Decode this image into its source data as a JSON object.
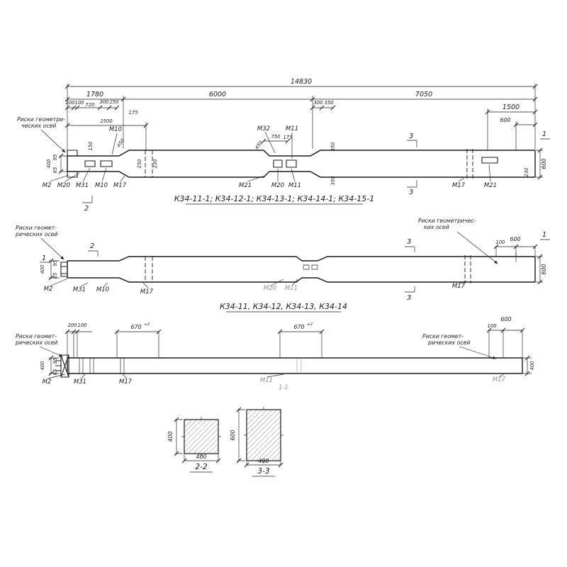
{
  "page": {
    "bg": "#ffffff"
  },
  "notes": {
    "v1_l1": "Риски геометри-",
    "v1_l2": "ческих осей",
    "v2l_l1": "Риски геомет-",
    "v2l_l2": "рических осей",
    "v2r_l1": "Риски геометричес-",
    "v2r_l2": "ких осей",
    "v3l_l1": "Риски геомет-",
    "v3l_l2": "рических осей",
    "v3r_l1": "Риски геомет-",
    "v3r_l2": "рических осей"
  },
  "view1": {
    "caption": "К34-11-1; К34-12-1; К34-13-1; К34-14-1; К34-15-1",
    "dims": {
      "total": "14830",
      "seg_a": "1780",
      "seg_b": "6000",
      "seg_c": "7050",
      "r1500": "1500",
      "r600": "600",
      "h600": "600",
      "r230": "230",
      "l200": "200",
      "l100": "100",
      "l720": "720",
      "l300": "300",
      "l250": "250",
      "l175": "175",
      "l2500": "2500",
      "l150": "150",
      "v400": "400",
      "v95": "95",
      "v65": "65",
      "j250": "250",
      "j230": "230",
      "c450": "450",
      "m750": "750",
      "m175": "175",
      "m300": "300",
      "m350": "350",
      "n350": "350"
    },
    "marks": {
      "m10t": "М10",
      "m32": "М32",
      "m11t": "М11",
      "m2": "М2",
      "m20a": "М20",
      "m31": "М31",
      "m10": "М10",
      "m17a": "М17",
      "m21a": "М21",
      "m20b": "М20",
      "m11": "М11",
      "m17b": "М17",
      "m21b": "М21"
    },
    "flags": {
      "f1": "1",
      "f2": "2",
      "f3": "3"
    }
  },
  "view2": {
    "caption": "К34-11, К34-12, К34-13, К34-14",
    "dims": {
      "t100": "100",
      "t600": "600",
      "h600": "600",
      "v400": "400",
      "v95": "95",
      "v65": "65"
    },
    "marks": {
      "m2": "М2",
      "m31": "М31",
      "m10": "М10",
      "m17a": "М17",
      "m20": "М20",
      "m11": "М11",
      "m17b": "М17"
    },
    "flags": {
      "f1": "1",
      "f2": "2",
      "f3": "3"
    }
  },
  "view3": {
    "caption": "1-1",
    "dims": {
      "l200": "200",
      "l100": "100",
      "d670": "670",
      "tol": "+2",
      "t600": "600",
      "t100": "100",
      "v400": "400",
      "v95": "95",
      "v65": "65",
      "r400": "400"
    },
    "marks": {
      "m2": "М2",
      "m31": "М31",
      "m17a": "М17",
      "m11": "М11",
      "m17b": "М17"
    }
  },
  "sections": {
    "s22": {
      "title": "2-2",
      "w": "400",
      "h": "400"
    },
    "s33": {
      "title": "3-3",
      "w": "400",
      "h": "600"
    }
  }
}
